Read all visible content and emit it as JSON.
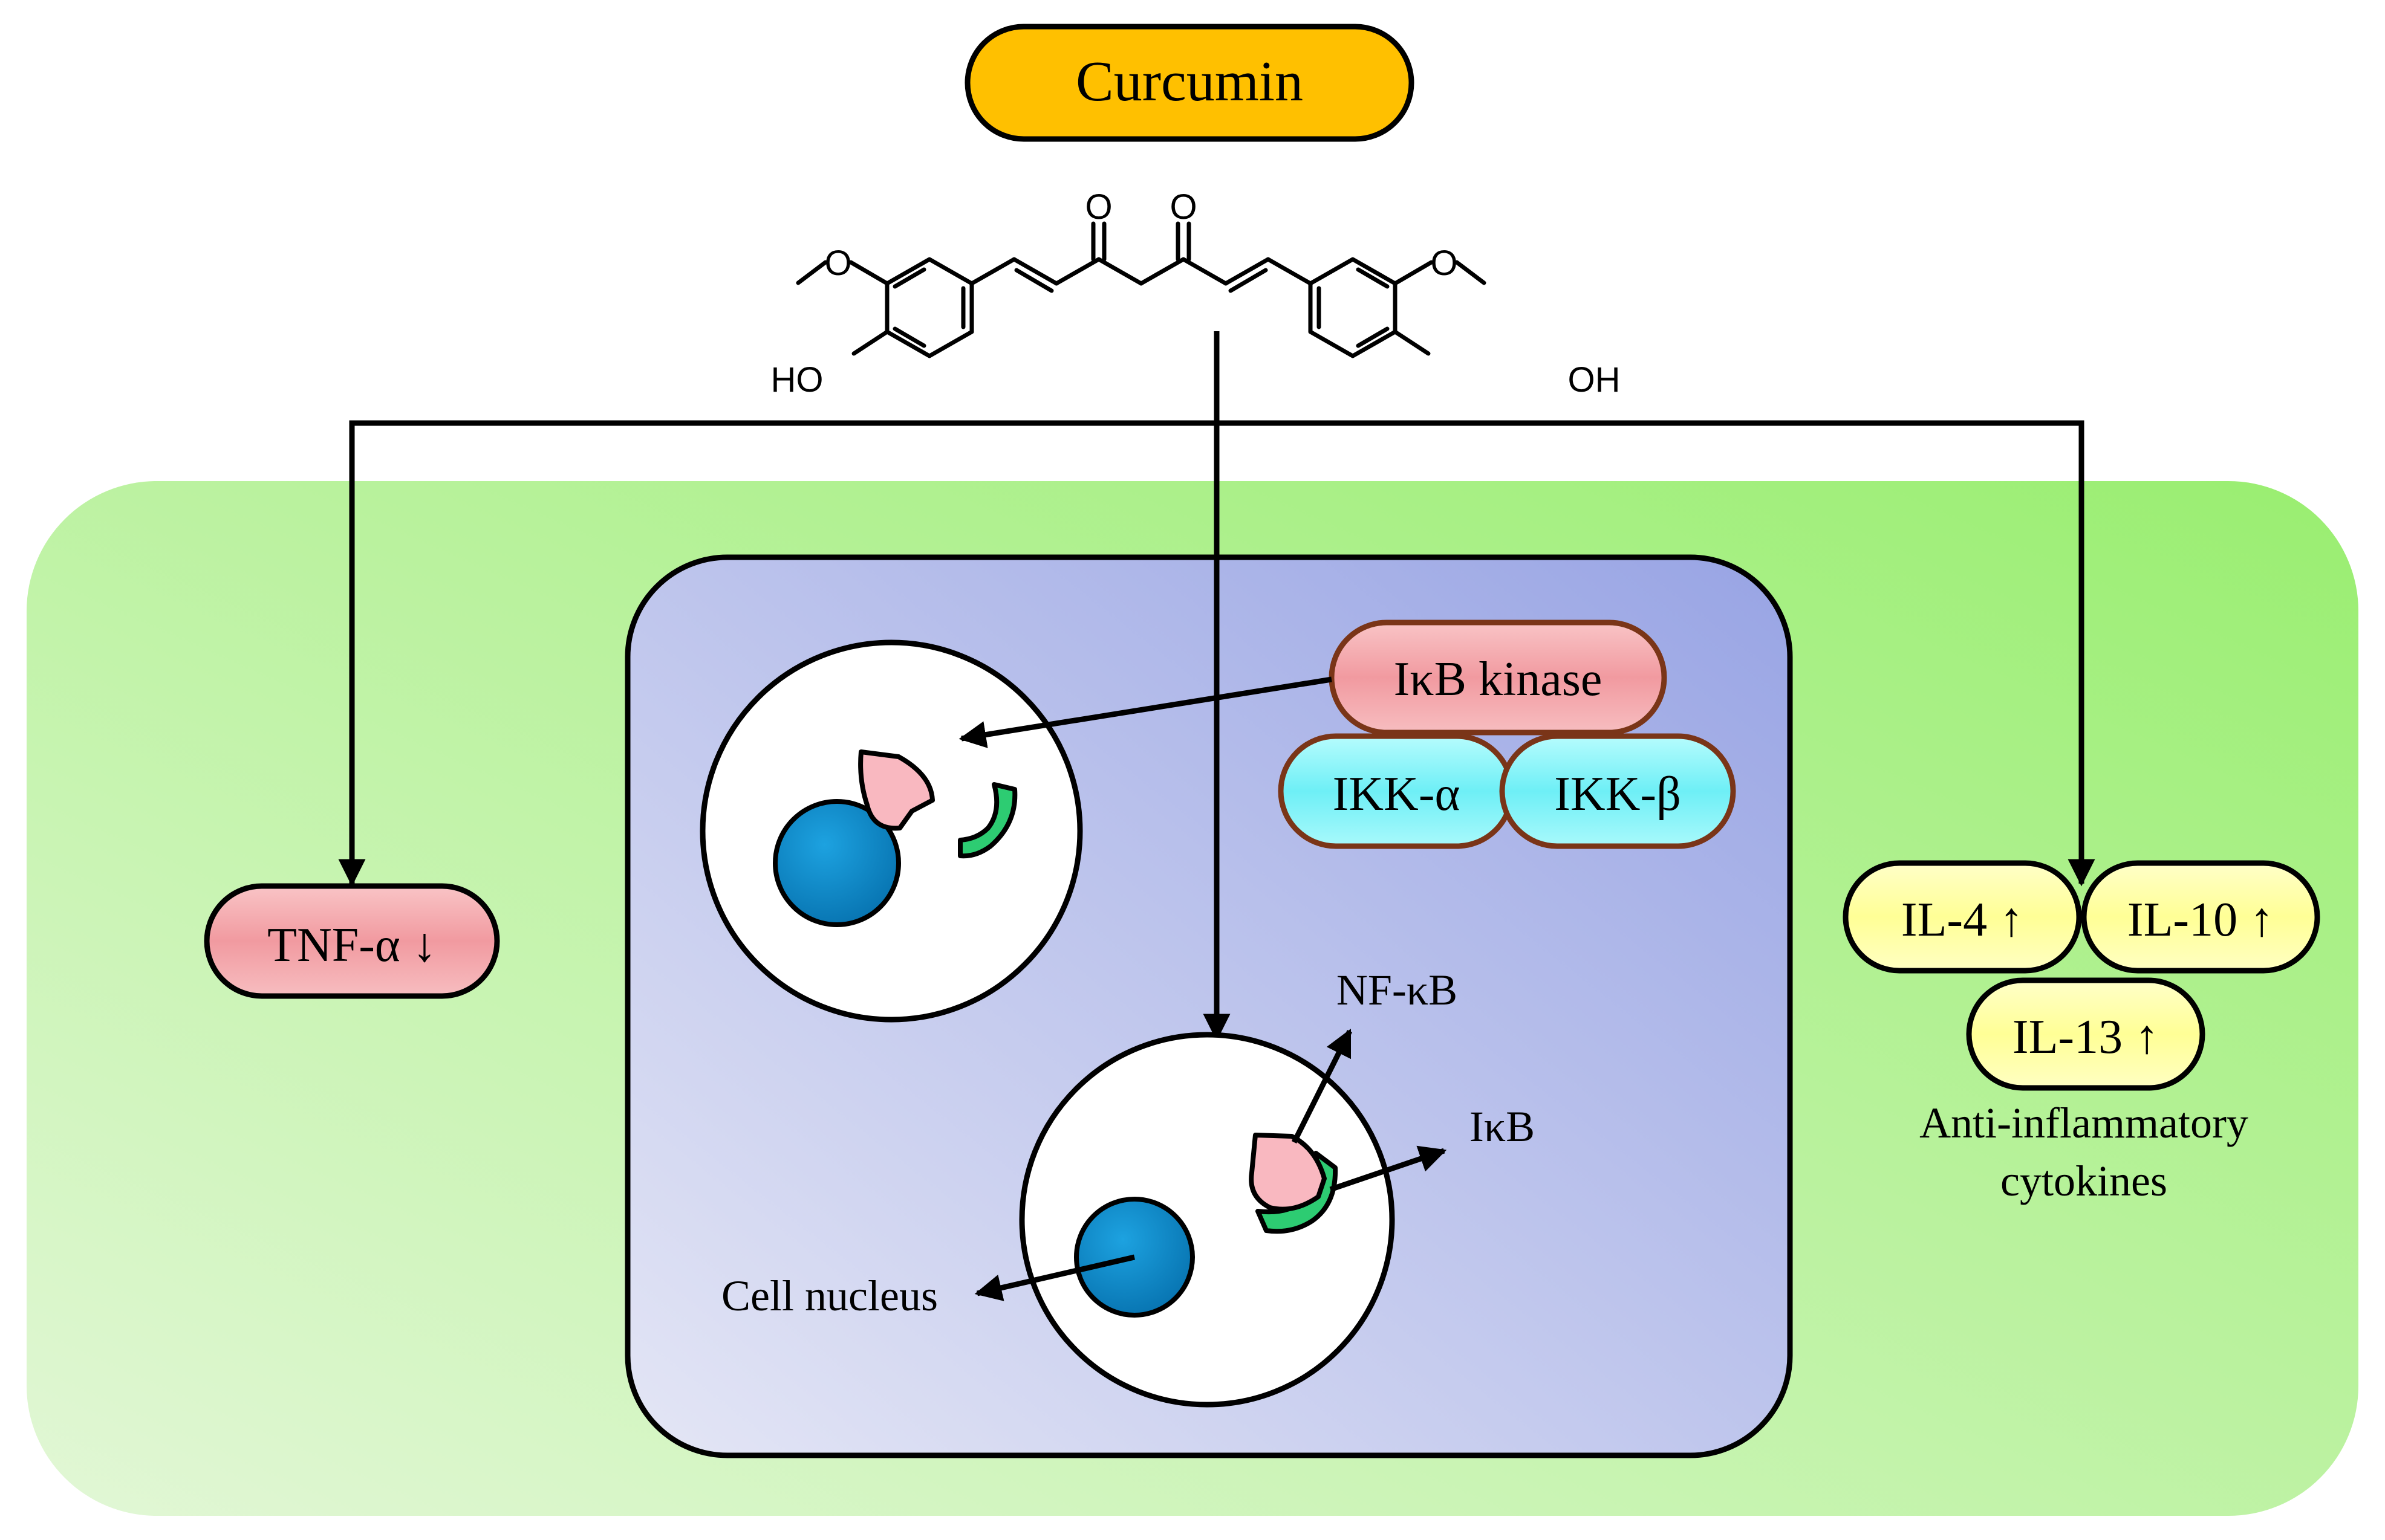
{
  "title": "Curcumin",
  "molecule_atoms": {
    "o_top_left": "O",
    "o_top_right": "O",
    "ome_left": "O",
    "ome_right": "O",
    "oh_left": "HO",
    "oh_right": "OH"
  },
  "labels": {
    "ikb_kinase": "IκB kinase",
    "ikk_alpha": "IKK-α",
    "ikk_beta": "IKK-β",
    "tnf": "TNF-α ↓",
    "il4": "IL-4 ↑",
    "il10": "IL-10 ↑",
    "il13": "IL-13 ↑",
    "anti_inflammatory_line1": "Anti-inflammatory",
    "anti_inflammatory_line2": "cytokines",
    "nfkb": "NF-κB",
    "ikb": "IκB",
    "cell_nucleus": "Cell nucleus"
  },
  "colors": {
    "curcumin_fill": "#FFC000",
    "outer_bg_start": "#E2F7D6",
    "outer_bg_end": "#99EE70",
    "cell_bg_start": "#E4E6F5",
    "cell_bg_end": "#98A4E4",
    "kinase_fill": "#F4A7AB",
    "ikk_fill": "#7FF3F8",
    "box_border": "#7A3518",
    "tnf_fill": "#F4A7AB",
    "il_fill": "#FFFFA4",
    "nucleus_fill": "#0A86C6",
    "nfkb_shape_fill": "#F9B8C0",
    "ikb_shape_fill": "#2DCC72"
  },
  "icons": {
    "nfkb_shape": "pink-nfkb-wedge-icon",
    "ikb_shape": "green-ikb-crescent-icon",
    "nucleus": "blue-nucleus-icon"
  }
}
